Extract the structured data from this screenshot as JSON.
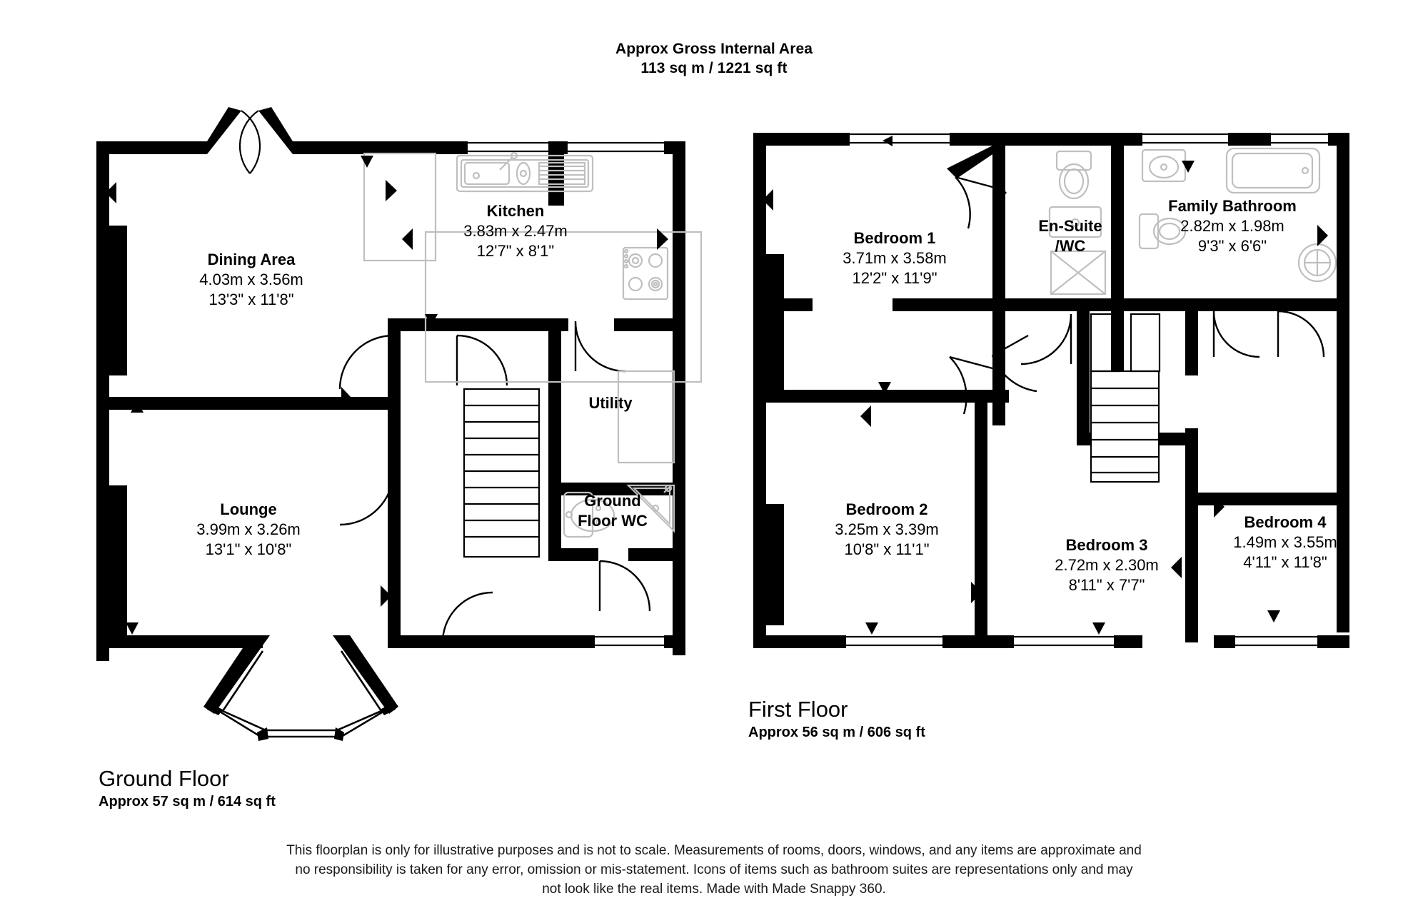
{
  "header": {
    "title_line1": "Approx Gross Internal Area",
    "title_line2": "113 sq m / 1221 sq ft"
  },
  "floors": {
    "ground": {
      "caption_name": "Ground Floor",
      "caption_area": "Approx 57 sq m / 614 sq ft",
      "rooms": [
        {
          "name": "Dining Area",
          "dims_metric": "4.03m x 3.56m",
          "dims_imperial": "13'3\" x 11'8\""
        },
        {
          "name": "Kitchen",
          "dims_metric": "3.83m x 2.47m",
          "dims_imperial": "12'7\" x 8'1\""
        },
        {
          "name": "Lounge",
          "dims_metric": "3.99m x 3.26m",
          "dims_imperial": "13'1\" x 10'8\""
        },
        {
          "name": "Utility",
          "dims_metric": "",
          "dims_imperial": ""
        },
        {
          "name_line1": "Ground",
          "name_line2": "Floor WC",
          "dims_metric": "",
          "dims_imperial": ""
        }
      ]
    },
    "first": {
      "caption_name": "First Floor",
      "caption_area": "Approx 56 sq m / 606 sq ft",
      "rooms": [
        {
          "name": "Bedroom 1",
          "dims_metric": "3.71m x 3.58m",
          "dims_imperial": "12'2\" x 11'9\""
        },
        {
          "name_line1": "En-Suite",
          "name_line2": "/WC",
          "dims_metric": "",
          "dims_imperial": ""
        },
        {
          "name": "Family Bathroom",
          "dims_metric": "2.82m x 1.98m",
          "dims_imperial": "9'3\" x 6'6\""
        },
        {
          "name": "Bedroom 2",
          "dims_metric": "3.25m x 3.39m",
          "dims_imperial": "10'8\" x 11'1\""
        },
        {
          "name": "Bedroom 3",
          "dims_metric": "2.72m x 2.30m",
          "dims_imperial": "8'11\" x 7'7\""
        },
        {
          "name": "Bedroom 4",
          "dims_metric": "1.49m x 3.55m",
          "dims_imperial": "4'11\" x 11'8\""
        }
      ]
    }
  },
  "disclaimer": "This floorplan is only for illustrative purposes and is not to scale. Measurements of rooms, doors, windows, and any items are approximate and no responsibility is taken for any error, omission or mis-statement. Icons of items such as bathroom suites are representations only and may not look like the real items. Made with Made Snappy 360.",
  "colors": {
    "wall": "#000000",
    "fixture_line": "#b3b3b3",
    "background": "#ffffff"
  }
}
